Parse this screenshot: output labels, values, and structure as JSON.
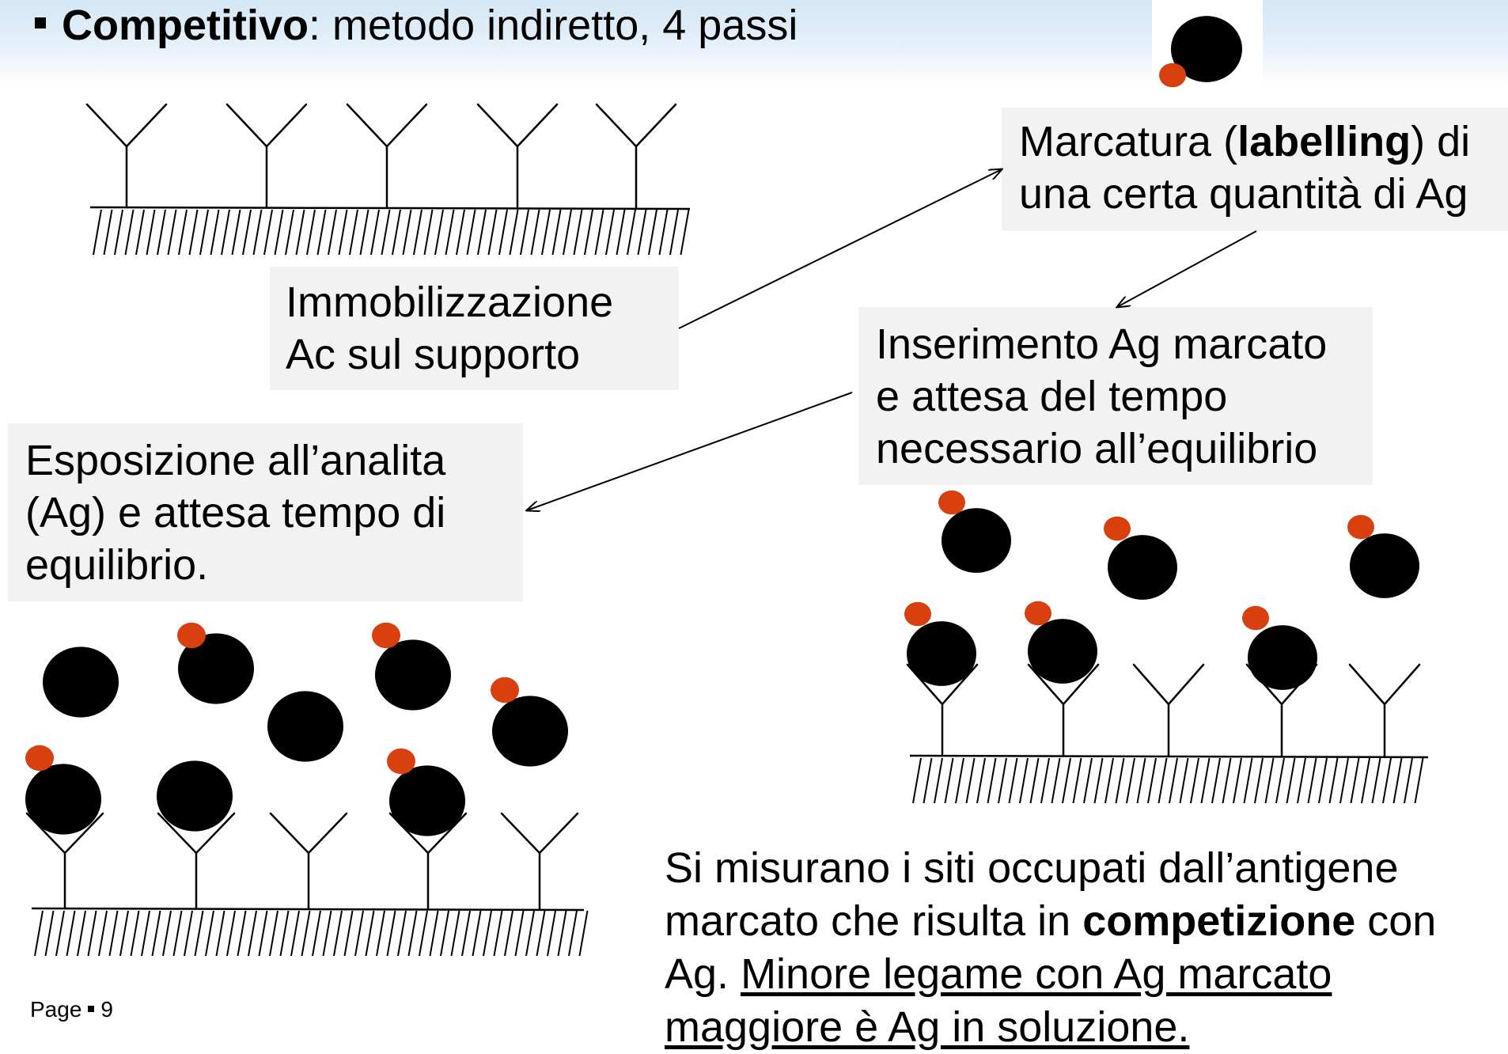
{
  "header": {
    "title_bold": "Competitivo",
    "title_rest": ": metodo indiretto, 4 passi"
  },
  "steps": {
    "immobilizzazione": [
      "Immobilizzazione",
      "Ac sul supporto"
    ],
    "marcatura": {
      "prefix": "Marcatura (",
      "bold": "labelling",
      "suffix": ") di",
      "line2": "una certa quantità di Ag"
    },
    "inserimento": [
      "Inserimento Ag marcato",
      "e attesa del tempo",
      "necessario all’equilibrio"
    ],
    "esposizione": [
      "Esposizione all’analita",
      "(Ag) e attesa tempo di",
      "equilibrio."
    ]
  },
  "conclusion": {
    "l1": "Si misurano i siti occupati dall’antigene",
    "l2_a": "marcato che risulta in ",
    "l2_bold": "competizione",
    "l2_b": " con",
    "l3_a": "Ag. ",
    "l3_u": "Minore legame con Ag marcato",
    "l4_u": "maggiore è Ag in soluzione."
  },
  "footer": {
    "page_label": "Page",
    "page_number": "9"
  },
  "colors": {
    "antigen": "#000000",
    "label_tag": "#d8400f",
    "box_bg": "#f2f2f2"
  },
  "icons": [
    "antibody-icon",
    "antigen-icon",
    "label-tag-icon",
    "support-surface-icon",
    "arrow-icon"
  ]
}
